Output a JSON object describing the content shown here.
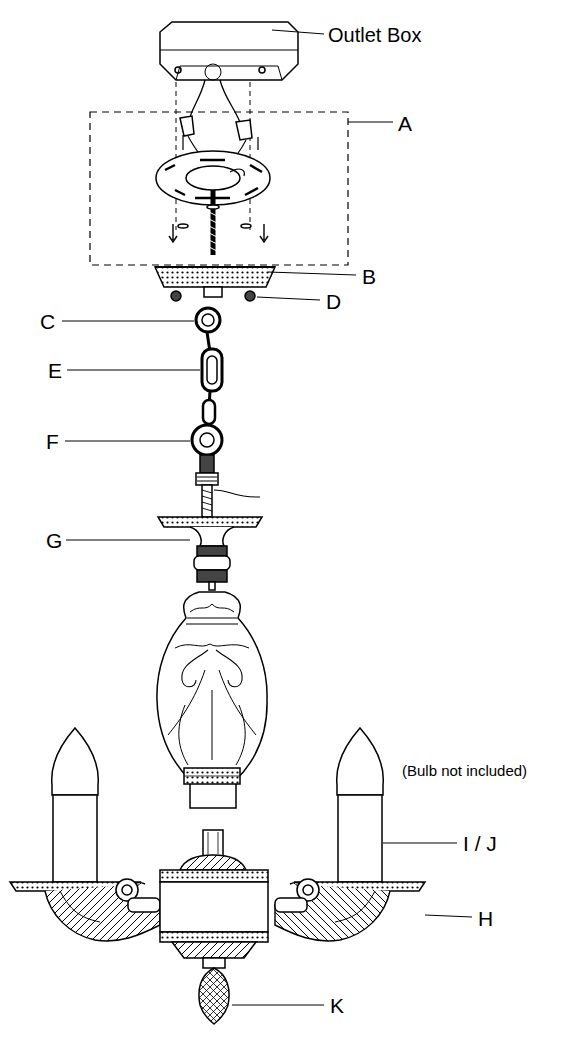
{
  "diagram": {
    "labels": [
      "Outlet Box",
      "A",
      "B",
      "C",
      "D",
      "E",
      "F",
      "G",
      "(Bulb not included)",
      "I / J",
      "H",
      "K"
    ]
  }
}
